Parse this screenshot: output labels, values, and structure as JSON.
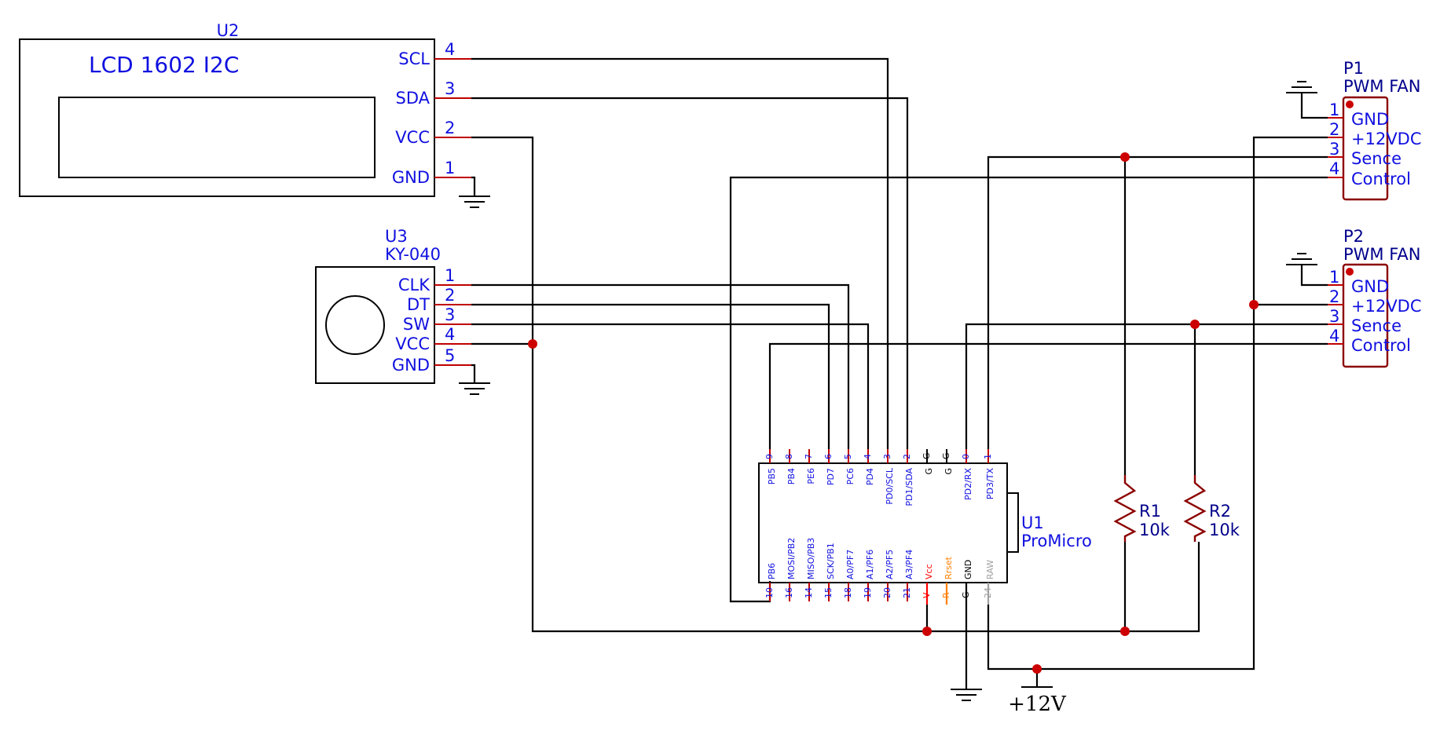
{
  "u2": {
    "ref": "U2",
    "title": "LCD 1602 I2C",
    "pins": [
      {
        "num": "4",
        "name": "SCL"
      },
      {
        "num": "3",
        "name": "SDA"
      },
      {
        "num": "2",
        "name": "VCC"
      },
      {
        "num": "1",
        "name": "GND"
      }
    ]
  },
  "u3": {
    "ref": "U3",
    "value": "KY-040",
    "pins": [
      {
        "num": "1",
        "name": "CLK"
      },
      {
        "num": "2",
        "name": "DT"
      },
      {
        "num": "3",
        "name": "SW"
      },
      {
        "num": "4",
        "name": "VCC"
      },
      {
        "num": "5",
        "name": "GND"
      }
    ]
  },
  "p1": {
    "ref": "P1",
    "value": "PWM FAN",
    "pins": [
      {
        "num": "1",
        "name": "GND"
      },
      {
        "num": "2",
        "name": "+12VDC"
      },
      {
        "num": "3",
        "name": "Sence"
      },
      {
        "num": "4",
        "name": "Control"
      }
    ]
  },
  "p2": {
    "ref": "P2",
    "value": "PWM FAN",
    "pins": [
      {
        "num": "1",
        "name": "GND"
      },
      {
        "num": "2",
        "name": "+12VDC"
      },
      {
        "num": "3",
        "name": "Sence"
      },
      {
        "num": "4",
        "name": "Control"
      }
    ]
  },
  "u1": {
    "ref": "U1",
    "value": "ProMicro",
    "top_pins": [
      {
        "num": "9",
        "name": "PB5"
      },
      {
        "num": "8",
        "name": "PB4"
      },
      {
        "num": "7",
        "name": "PE6"
      },
      {
        "num": "6",
        "name": "PD7"
      },
      {
        "num": "5",
        "name": "PC6"
      },
      {
        "num": "4",
        "name": "PD4"
      },
      {
        "num": "3",
        "name": "PD0/SCL"
      },
      {
        "num": "2",
        "name": "PD1/SDA"
      },
      {
        "num": "G",
        "name": "G"
      },
      {
        "num": "G",
        "name": "G"
      },
      {
        "num": "0",
        "name": "PD2/RX"
      },
      {
        "num": "1",
        "name": "PD3/TX"
      }
    ],
    "bottom_pins": [
      {
        "num": "10",
        "name": "PB6"
      },
      {
        "num": "16",
        "name": "MOSI/PB2"
      },
      {
        "num": "14",
        "name": "MISO/PB3"
      },
      {
        "num": "15",
        "name": "SCK/PB1"
      },
      {
        "num": "18",
        "name": "A0/PF7"
      },
      {
        "num": "19",
        "name": "A1/PF6"
      },
      {
        "num": "20",
        "name": "A2/PF5"
      },
      {
        "num": "21",
        "name": "A3/PF4"
      },
      {
        "num": "V",
        "name": "Vcc"
      },
      {
        "num": "R",
        "name": "Rrset"
      },
      {
        "num": "G",
        "name": "GND"
      },
      {
        "num": "24",
        "name": "RAW"
      }
    ]
  },
  "r1": {
    "ref": "R1",
    "value": "10k"
  },
  "r2": {
    "ref": "R2",
    "value": "10k"
  },
  "power": {
    "label": "+12V"
  },
  "colors": {
    "wire": "#000000",
    "pin": "#c00000",
    "junction": "#cc0000",
    "text": "#1010e0",
    "connector": "#8b0000",
    "vcc_pin": "#ff0000",
    "reset_pin": "#ff7f00",
    "raw_pin": "#a0a0a0"
  }
}
